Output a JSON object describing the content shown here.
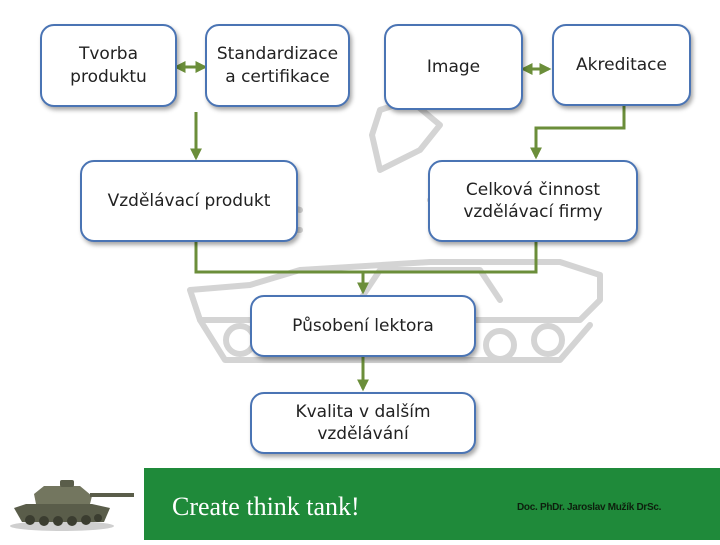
{
  "diagram": {
    "boxes": {
      "tvorba": "Tvorba\nproduktu",
      "standardizace": "Standardizace\na certifikace",
      "image": "Image",
      "akreditace": "Akreditace",
      "vzdelavaci_produkt": "Vzdělávací produkt",
      "celkova_cinnost": "Celková činnost\nvzdělávací firmy",
      "pusobeni_lektora": "Působení lektora",
      "kvalita": "Kvalita v dalším\nvzdělávání"
    },
    "connector_color": "#6b8e3a",
    "box_border_color": "#4a74b4"
  },
  "footer": {
    "tagline": "Create think tank!",
    "author": "Doc. PhDr. Jaroslav Mužík DrSc.",
    "band_color": "#1f8a3a"
  }
}
